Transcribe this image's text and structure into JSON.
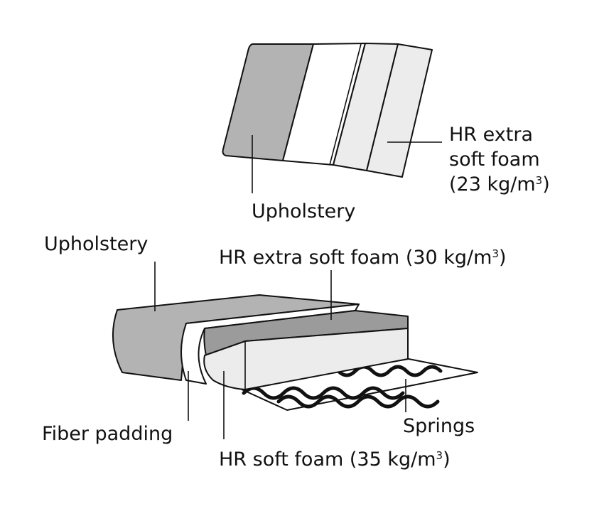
{
  "colors": {
    "upholstery": "#b3b3b3",
    "foam_dark": "#9b9b9b",
    "foam_light": "#ececec",
    "fiber": "#ffffff",
    "outline": "#111111"
  },
  "top_cushion": {
    "label_upholstery": "Upholstery",
    "foam_label_line1": "HR extra",
    "foam_label_line2": "soft foam",
    "foam_label_line3_prefix": "(23 kg/m",
    "foam_label_line3_sup": "3",
    "foam_label_line3_suffix": ")"
  },
  "seat": {
    "label_upholstery": "Upholstery",
    "label_extra_soft_prefix": "HR extra soft foam (30 kg/m",
    "label_extra_soft_sup": "3",
    "label_extra_soft_suffix": ")",
    "label_fiber": "Fiber padding",
    "label_soft_prefix": "HR soft foam (35 kg/m",
    "label_soft_sup": "3",
    "label_soft_suffix": ")",
    "label_springs": "Springs"
  }
}
